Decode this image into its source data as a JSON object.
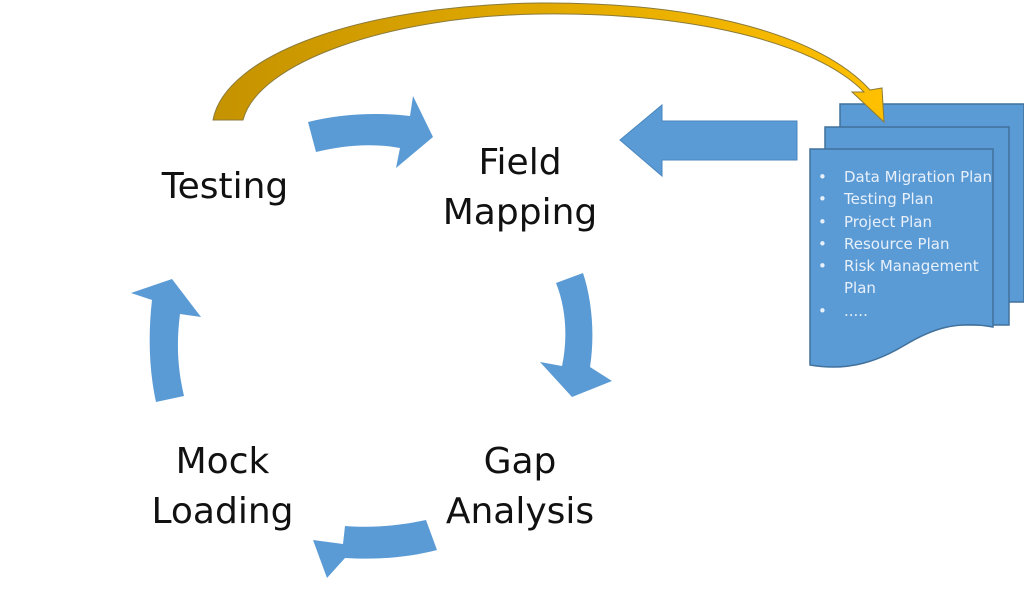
{
  "diagram": {
    "title": "Data migration cycle",
    "colors": {
      "cycle_arrow": "#5b9bd5",
      "cycle_arrow_stroke": "#4a86be",
      "document_fill": "#5b9bd5",
      "document_stroke": "#41719c",
      "feedback_arrow_start": "#c59300",
      "feedback_arrow_end": "#ffc000",
      "label_text": "#111111",
      "list_text": "#e8f0fa"
    },
    "stages": [
      {
        "id": "testing",
        "lines": [
          "Testing"
        ]
      },
      {
        "id": "field-mapping",
        "lines": [
          "Field",
          "Mapping"
        ]
      },
      {
        "id": "gap-analysis",
        "lines": [
          "Gap",
          "Analysis"
        ]
      },
      {
        "id": "mock-loading",
        "lines": [
          "Mock",
          "Loading"
        ]
      }
    ],
    "cycle_arrows": [
      {
        "from": "testing",
        "to": "field-mapping",
        "direction": "right"
      },
      {
        "from": "field-mapping",
        "to": "gap-analysis",
        "direction": "down"
      },
      {
        "from": "gap-analysis",
        "to": "mock-loading",
        "direction": "left"
      },
      {
        "from": "mock-loading",
        "to": "testing",
        "direction": "up"
      }
    ],
    "documents": {
      "pages": 3,
      "items": [
        "Data Migration Plan",
        "Testing Plan",
        "Project Plan",
        "Resource Plan",
        "Risk Management Plan",
        "....."
      ]
    },
    "connectors": [
      {
        "from": "testing",
        "to": "documents",
        "style": "curved-gold-arrow"
      },
      {
        "from": "documents",
        "to": "field-mapping",
        "style": "block-arrow-left"
      }
    ]
  }
}
